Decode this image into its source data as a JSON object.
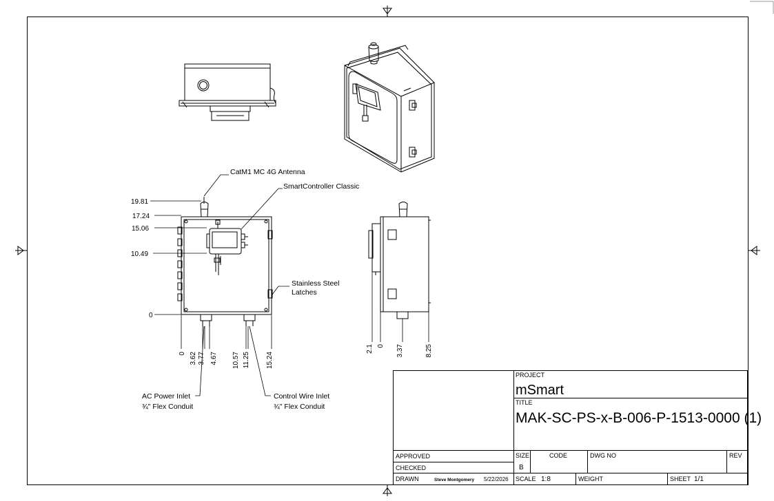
{
  "callouts": {
    "antenna": "CatM1 MC 4G Antenna",
    "controller": "SmartController Classic",
    "latches_line1": "Stainless Steel",
    "latches_line2": "Latches",
    "ac_power_line1": "AC Power Inlet",
    "ac_power_line2": "¾\" Flex Conduit",
    "control_wire_line1": "Control Wire Inlet",
    "control_wire_line2": "¾\" Flex Conduit"
  },
  "front_vertical_dims": [
    "19.81",
    "17.24",
    "15.06",
    "10.49",
    "0"
  ],
  "front_horizontal_dims": [
    "0",
    "3.62",
    "3.77",
    "4.67",
    "10.57",
    "11.25",
    "15.24"
  ],
  "side_horizontal_dims": [
    "2.1",
    "0",
    "3.37",
    "8.25"
  ],
  "title_block": {
    "project_label": "PROJECT",
    "project_name": "mSmart",
    "title_label": "TITLE",
    "title": "MAK-SC-PS-x-B-006-P-1513-0000 (1)",
    "approved_label": "APPROVED",
    "checked_label": "CHECKED",
    "drawn_label": "DRAWN",
    "drawn_by": "Steve Montgomery",
    "drawn_date": "5/22/2026",
    "size_label": "SIZE",
    "size_value": "B",
    "code_label": "CODE",
    "dwgno_label": "DWG NO",
    "rev_label": "REV",
    "scale_label": "SCALE",
    "scale_value": "1:8",
    "weight_label": "WEIGHT",
    "sheet_label": "SHEET",
    "sheet_value": "1/1"
  }
}
